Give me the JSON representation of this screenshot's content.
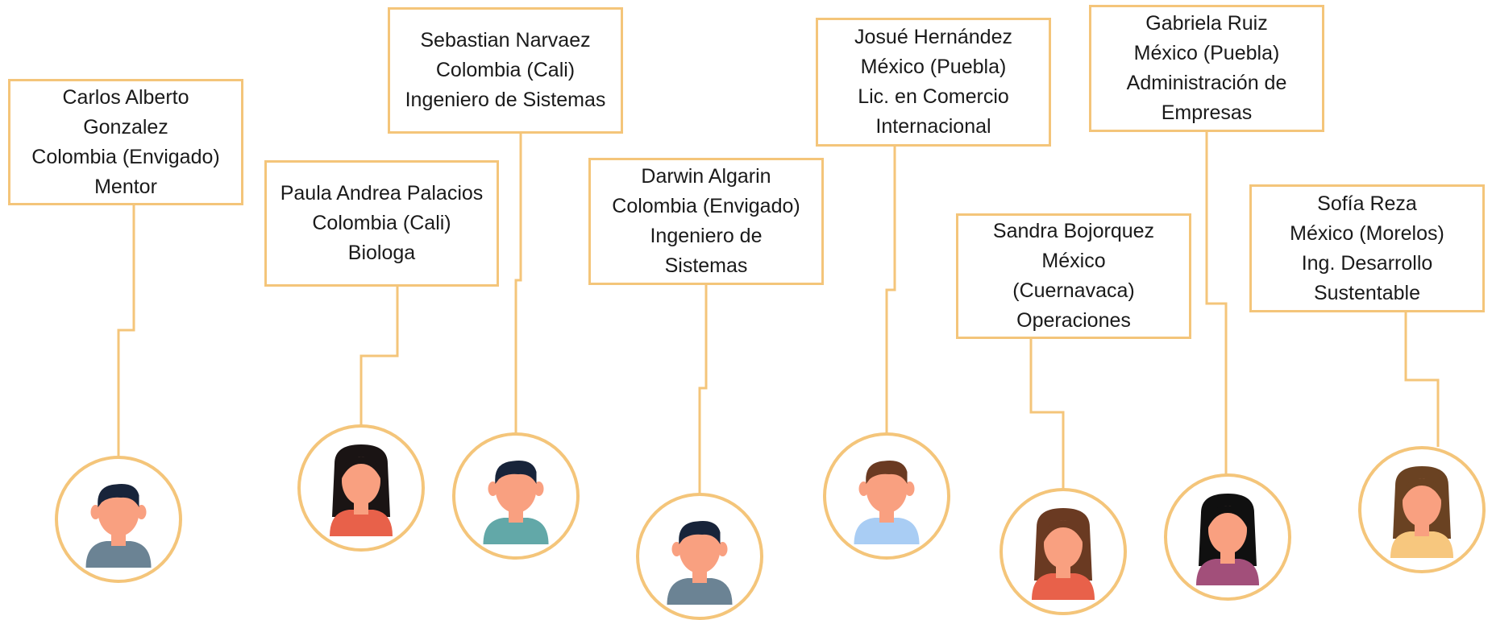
{
  "colors": {
    "accent": "#f4c57a",
    "skin": "#f9a080"
  },
  "people": [
    {
      "lines": [
        "Carlos Alberto",
        "Gonzalez",
        "Colombia (Envigado)",
        "Mentor"
      ],
      "avatar": "male-avatar-icon",
      "shirt": "#6b8394",
      "hair": "#18243a"
    },
    {
      "lines": [
        "Paula Andrea Palacios",
        "Colombia (Cali)",
        "Biologa"
      ],
      "avatar": "female-avatar-icon",
      "shirt": "#e8614a",
      "hair": "#1a1414"
    },
    {
      "lines": [
        "Sebastian Narvaez",
        "Colombia (Cali)",
        "Ingeniero de Sistemas"
      ],
      "avatar": "male-avatar-icon",
      "shirt": "#62a8a8",
      "hair": "#18243a"
    },
    {
      "lines": [
        "Darwin Algarin",
        "Colombia (Envigado)",
        "Ingeniero de",
        "Sistemas"
      ],
      "avatar": "male-avatar-icon",
      "shirt": "#6b8394",
      "hair": "#18243a"
    },
    {
      "lines": [
        "Josué Hernández",
        "México (Puebla)",
        "Lic. en Comercio",
        "Internacional"
      ],
      "avatar": "male-avatar-icon",
      "shirt": "#a9cdf4",
      "hair": "#6a3a22"
    },
    {
      "lines": [
        "Sandra Bojorquez",
        "México",
        "(Cuernavaca)",
        "Operaciones"
      ],
      "avatar": "female-avatar-icon",
      "shirt": "#e8614a",
      "hair": "#6a3a22"
    },
    {
      "lines": [
        "Gabriela Ruiz",
        "México (Puebla)",
        "Administración de",
        "Empresas"
      ],
      "avatar": "female-avatar-icon",
      "shirt": "#a24f7a",
      "hair": "#101010"
    },
    {
      "lines": [
        "Sofía Reza",
        "México (Morelos)",
        "Ing. Desarrollo",
        "Sustentable"
      ],
      "avatar": "female-avatar-icon",
      "shirt": "#f7c77e",
      "hair": "#6a4222"
    }
  ]
}
